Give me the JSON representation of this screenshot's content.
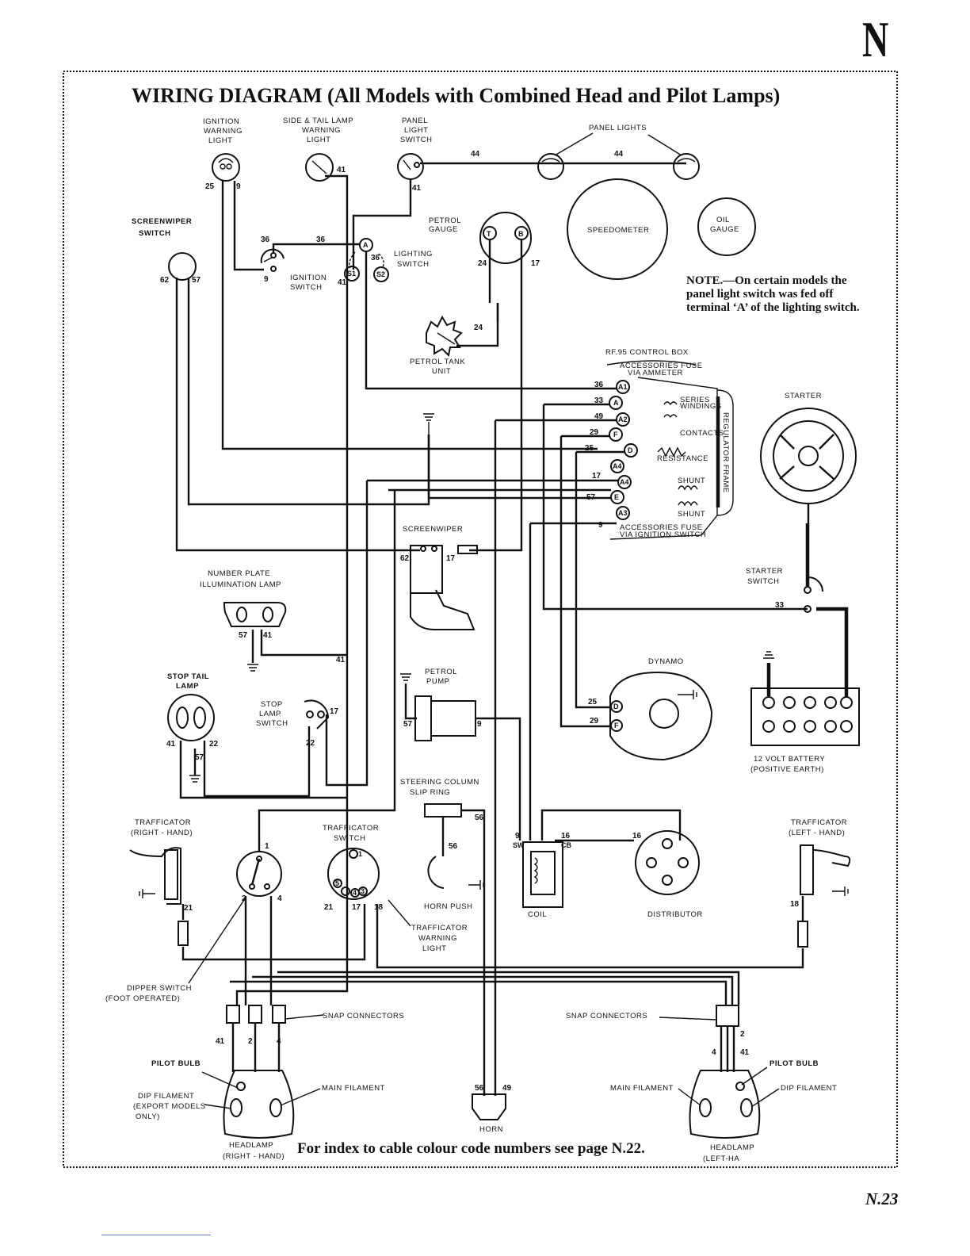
{
  "page": {
    "section_letter": "N",
    "page_number": "N.23",
    "title": "WIRING DIAGRAM (All Models with Combined Head and Pilot Lamps)",
    "footer": "For index to cable colour code numbers see page N.22."
  },
  "note": {
    "lead": "NOTE.",
    "text": "—On certain models the panel light switch was fed off terminal ‘A’ of the lighting switch."
  },
  "components": {
    "ignition_warning_light": [
      "IGNITION",
      "WARNING",
      "LIGHT"
    ],
    "side_tail_lamp_warning_light": [
      "SIDE & TAIL LAMP",
      "WARNING",
      "LIGHT"
    ],
    "panel_light_switch": [
      "PANEL",
      "LIGHT",
      "SWITCH"
    ],
    "panel_lights": "PANEL LIGHTS",
    "screenwiper_switch": [
      "SCREENWIPER",
      "SWITCH"
    ],
    "petrol_gauge": [
      "PETROL",
      "GAUGE"
    ],
    "speedometer": "SPEEDOMETER",
    "oil_gauge": [
      "OIL",
      "GAUGE"
    ],
    "lighting_switch": [
      "LIGHTING",
      "SWITCH"
    ],
    "ignition_switch": [
      "IGNITION",
      "SWITCH"
    ],
    "petrol_tank_unit": [
      "PETROL TANK",
      "UNIT"
    ],
    "control_box": "RF.95 CONTROL BOX",
    "accessories_fuse_ammeter": [
      "ACCESSORIES FUSE",
      "VIA AMMETER"
    ],
    "series_windings": [
      "SERIES",
      "WINDINGS"
    ],
    "contacts": "CONTACTS",
    "resistance": "RESISTANCE",
    "regulator_frame": "REGULATOR FRAME",
    "shunt": "SHUNT",
    "accessories_fuse_ignition": [
      "ACCESSORIES FUSE",
      "VIA IGNITION SWITCH"
    ],
    "starter": "STARTER",
    "starter_switch": [
      "STARTER",
      "SWITCH"
    ],
    "screenwiper": "SCREENWIPER",
    "number_plate_lamp": [
      "NUMBER PLATE",
      "ILLUMINATION LAMP"
    ],
    "stop_tail_lamp": [
      "STOP TAIL",
      "LAMP"
    ],
    "stop_lamp_switch": [
      "STOP",
      "LAMP",
      "SWITCH"
    ],
    "petrol_pump": [
      "PETROL",
      "PUMP"
    ],
    "dynamo": "DYNAMO",
    "battery": [
      "12 VOLT BATTERY",
      "(POSITIVE EARTH)"
    ],
    "steering_column_slip_ring": [
      "STEERING COLUMN",
      "SLIP RING"
    ],
    "trafficator_right": [
      "TRAFFICATOR",
      "(RIGHT - HAND)"
    ],
    "trafficator_switch": [
      "TRAFFICATOR",
      "SWITCH"
    ],
    "horn_push": "HORN PUSH",
    "trafficator_warning_light": [
      "TRAFFICATOR",
      "WARNING",
      "LIGHT"
    ],
    "coil": "COIL",
    "distributor": "DISTRIBUTOR",
    "trafficator_left": [
      "TRAFFICATOR",
      "(LEFT - HAND)"
    ],
    "dipper_switch": [
      "DIPPER SWITCH",
      "(FOOT OPERATED)"
    ],
    "snap_connectors": "SNAP CONNECTORS",
    "pilot_bulb": "PILOT BULB",
    "main_filament": "MAIN FILAMENT",
    "dip_filament_export": [
      "DIP FILAMENT",
      "(EXPORT MODELS",
      "ONLY)"
    ],
    "dip_filament": "DIP FILAMENT",
    "horn": "HORN",
    "headlamp_right": [
      "HEADLAMP",
      "(RIGHT - HAND)"
    ],
    "headlamp_left": [
      "HEADLAMP",
      "(LEFT-HA"
    ]
  },
  "terminals": {
    "A1": "A1",
    "A": "A",
    "A2": "A2",
    "F": "F",
    "D": "D",
    "A4": "A4",
    "E": "E",
    "A3": "A3",
    "S1": "S1",
    "S2": "S2",
    "T": "T",
    "B": "B",
    "SW": "SW",
    "CB": "CB"
  },
  "cables": {
    "c25": "25",
    "c9": "9",
    "c41": "41",
    "c44": "44",
    "c36": "36",
    "c62": "62",
    "c57": "57",
    "c24": "24",
    "c17": "17",
    "c33": "33",
    "c49": "49",
    "c29": "29",
    "c22": "22",
    "c56": "56",
    "c16": "16",
    "c21": "21",
    "c18": "18",
    "c1": "1",
    "c2": "2",
    "c4": "4",
    "c3": "3",
    "c5": "5"
  }
}
